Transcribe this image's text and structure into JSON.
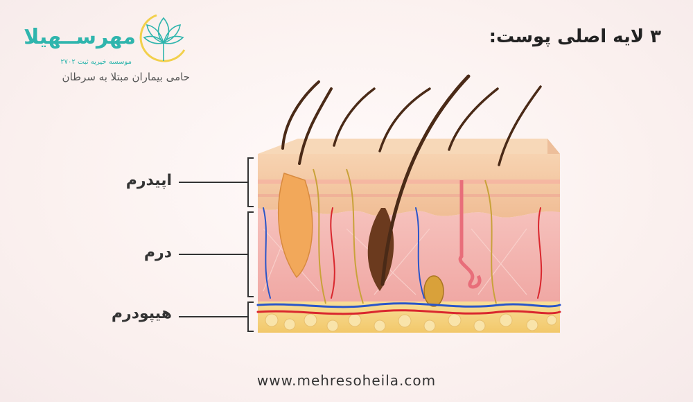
{
  "brand": {
    "name": "مهرســهیلا",
    "registration": "موسسه خیریه   ثبت ۲۷۰۲",
    "tagline": "حامی بیماران مبتلا به سرطان"
  },
  "title": "۳ لایه اصلی پوست:",
  "layers": [
    {
      "label": "اپیدرم"
    },
    {
      "label": "درم"
    },
    {
      "label": "هیپودرم"
    }
  ],
  "footer": {
    "url": "www.mehresoheila.com"
  },
  "colors": {
    "brand_teal": "#2fb5ad",
    "lotus_yellow": "#f2d04c",
    "epidermis": "#f2c9a2",
    "dermis": "#f3b3ad",
    "hypodermis": "#f6d487",
    "hair": "#4a2a17",
    "vein": "#2a55c9",
    "artery": "#d9272e"
  }
}
